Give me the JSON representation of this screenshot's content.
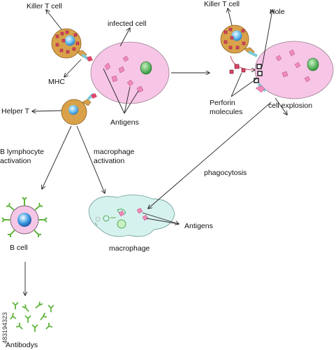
{
  "labels": {
    "killer_t_cell_left": "Killer T cell",
    "killer_t_cell_right": "Killer T cell",
    "infected_cell": "infected cell",
    "hole": "Hole",
    "mhc": "MHC",
    "helper_t": "Helper T",
    "antigens_top": "Antigens",
    "perforin_line1": "Perforin",
    "perforin_line2": "molecules",
    "cell_explosion": "cell explosion",
    "b_activation_line1": "B lymphocyte",
    "b_activation_line2": "activation",
    "macro_activation_line1": "macrophage",
    "macro_activation_line2": "activation",
    "phagocytosis": "phagocytosis",
    "antigens_bottom": "Antigens",
    "b_cell": "B cell",
    "macrophage": "macrophage",
    "antibodys": "Antibodys"
  },
  "watermark": "483194323",
  "colors": {
    "infected_cell": "#f7c6e6",
    "t_cell": "#d9a24a",
    "nucleus": "#4aa6e8",
    "antigen": "#f08ab8",
    "antibody": "#5fb43c",
    "macrophage": "#d6f2ee",
    "green_nucleus": "#2f9a3c"
  }
}
